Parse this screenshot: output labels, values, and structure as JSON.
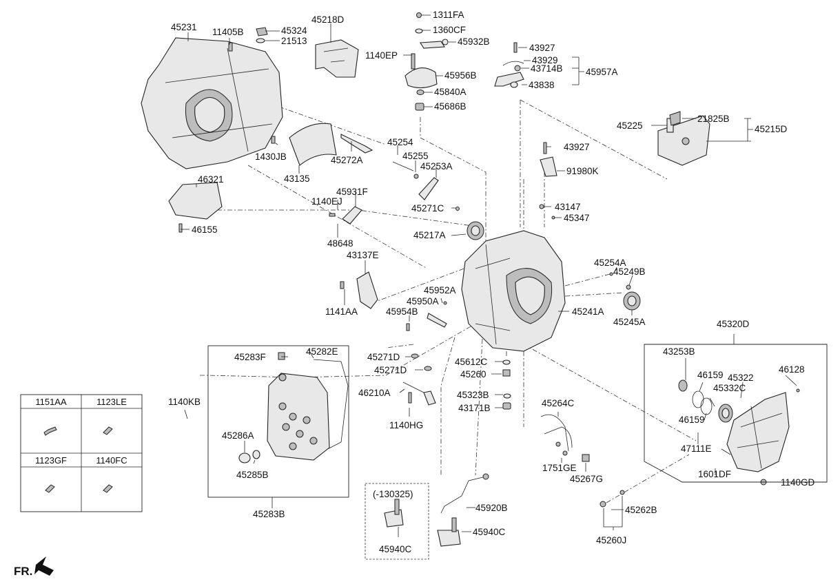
{
  "labels": {
    "p45231": "45231",
    "p11405B": "11405B",
    "p45324": "45324",
    "p21513": "21513",
    "p45218D": "45218D",
    "p1311FA": "1311FA",
    "p1360CF": "1360CF",
    "p1140EP": "1140EP",
    "p45932B": "45932B",
    "p45956B": "45956B",
    "p45840A": "45840A",
    "p45686B": "45686B",
    "p43927a": "43927",
    "p43929": "43929",
    "p43714B": "43714B",
    "p45957A": "45957A",
    "p43838": "43838",
    "p45225": "45225",
    "p21825B": "21825B",
    "p45215D": "45215D",
    "p1430JB": "1430JB",
    "p45272A": "45272A",
    "p43135": "43135",
    "p46321": "46321",
    "p46155": "46155",
    "p45254": "45254",
    "p45255": "45255",
    "p45253A": "45253A",
    "p43927b": "43927",
    "p91980K": "91980K",
    "p45931F": "45931F",
    "p1140EJ": "1140EJ",
    "p48648": "48648",
    "p45271C": "45271C",
    "p43147": "43147",
    "p45347": "45347",
    "p45217A": "45217A",
    "p43137E": "43137E",
    "p45254A": "45254A",
    "p45249B": "45249B",
    "p1141AA": "1141AA",
    "p45952A": "45952A",
    "p45950A": "45950A",
    "p45954B": "45954B",
    "p45241A": "45241A",
    "p45245A": "45245A",
    "p45320D": "45320D",
    "p45283F": "45283F",
    "p45282E": "45282E",
    "p45271Da": "45271D",
    "p45271Db": "45271D",
    "p45612C": "45612C",
    "p45260": "45260",
    "p43253B": "43253B",
    "p46159a": "46159",
    "p45322": "45322",
    "p46128": "46128",
    "p45332C": "45332C",
    "p46159b": "46159",
    "p1140KB": "1140KB",
    "p46210A": "46210A",
    "p45323B": "45323B",
    "p43171B": "43171B",
    "p45264C": "45264C",
    "p1140HG": "1140HG",
    "p45286A": "45286A",
    "p45285B": "45285B",
    "p47111E": "47111E",
    "p1751GE": "1751GE",
    "p45267G": "45267G",
    "p1601DF": "1601DF",
    "p1140GD": "1140GD",
    "p45283B": "45283B",
    "p130325": "(-130325)",
    "p45920B": "45920B",
    "p45940Ca": "45940C",
    "p45940Cb": "45940C",
    "p45262B": "45262B",
    "p45260J": "45260J"
  },
  "legend_table": {
    "headers": [
      "1151AA",
      "1123LE",
      "1123GF",
      "1140FC"
    ]
  },
  "direction_label": "FR."
}
